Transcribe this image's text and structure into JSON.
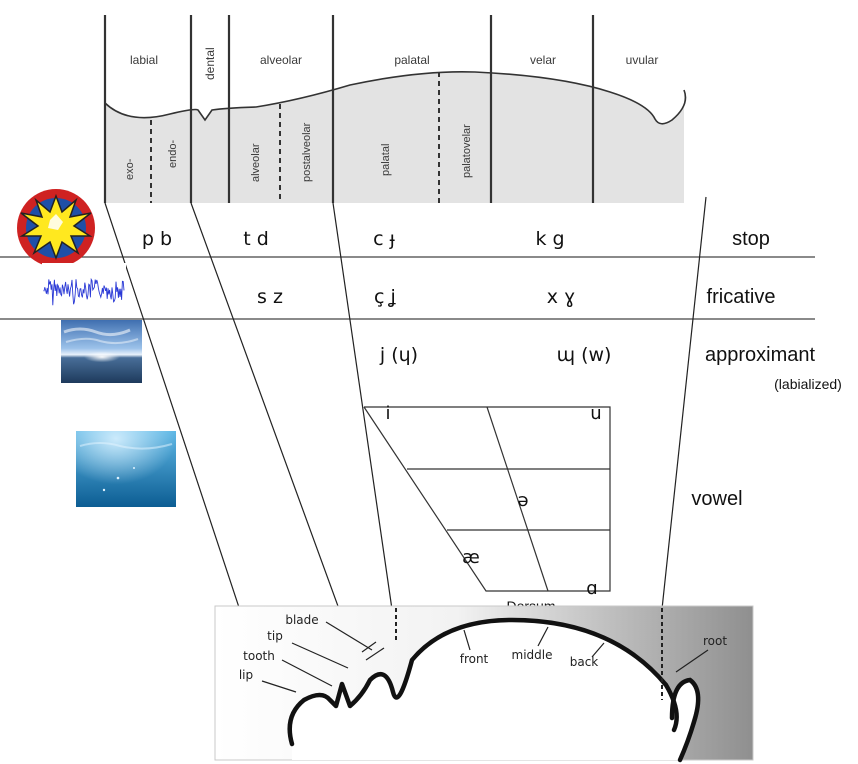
{
  "places": {
    "labial": "labial",
    "dental": "dental",
    "alveolar": "alveolar",
    "palatal": "palatal",
    "velar": "velar",
    "uvular": "uvular"
  },
  "subplaces": {
    "exo": "exo-",
    "endo": "endo-",
    "alveolar": "alveolar",
    "postalveolar": "postalveolar",
    "palatal": "palatal",
    "palatovelar": "palatovelar"
  },
  "manners": {
    "stop": "stop",
    "fricative": "fricative",
    "approximant": "approximant",
    "approximant_note": "(labialized)",
    "vowel": "vowel"
  },
  "phonemes": {
    "stop_labial": "p b",
    "stop_alveolar": "t d",
    "stop_palatal": "c ɟ",
    "stop_velar": "k g",
    "fric_alveolar": "s z",
    "fric_palatal": "ç ʝ",
    "fric_velar": "x ɣ",
    "approx_palatal": "j (ɥ)",
    "approx_velar": "ɰ (w)"
  },
  "vowels": {
    "i": "i",
    "u": "u",
    "schwa": "ə",
    "ae": "æ",
    "a": "ɑ"
  },
  "tongue": {
    "dorsum": "Dorsum",
    "blade": "blade",
    "tip": "tip",
    "tooth": "tooth",
    "lip": "lip",
    "front": "front",
    "middle": "middle",
    "back": "back",
    "root": "root"
  },
  "icons": {
    "stop": "explosion-icon",
    "fricative": "noise-waveform-icon",
    "approximant": "sky-sea-icon",
    "vowel": "underwater-icon"
  }
}
